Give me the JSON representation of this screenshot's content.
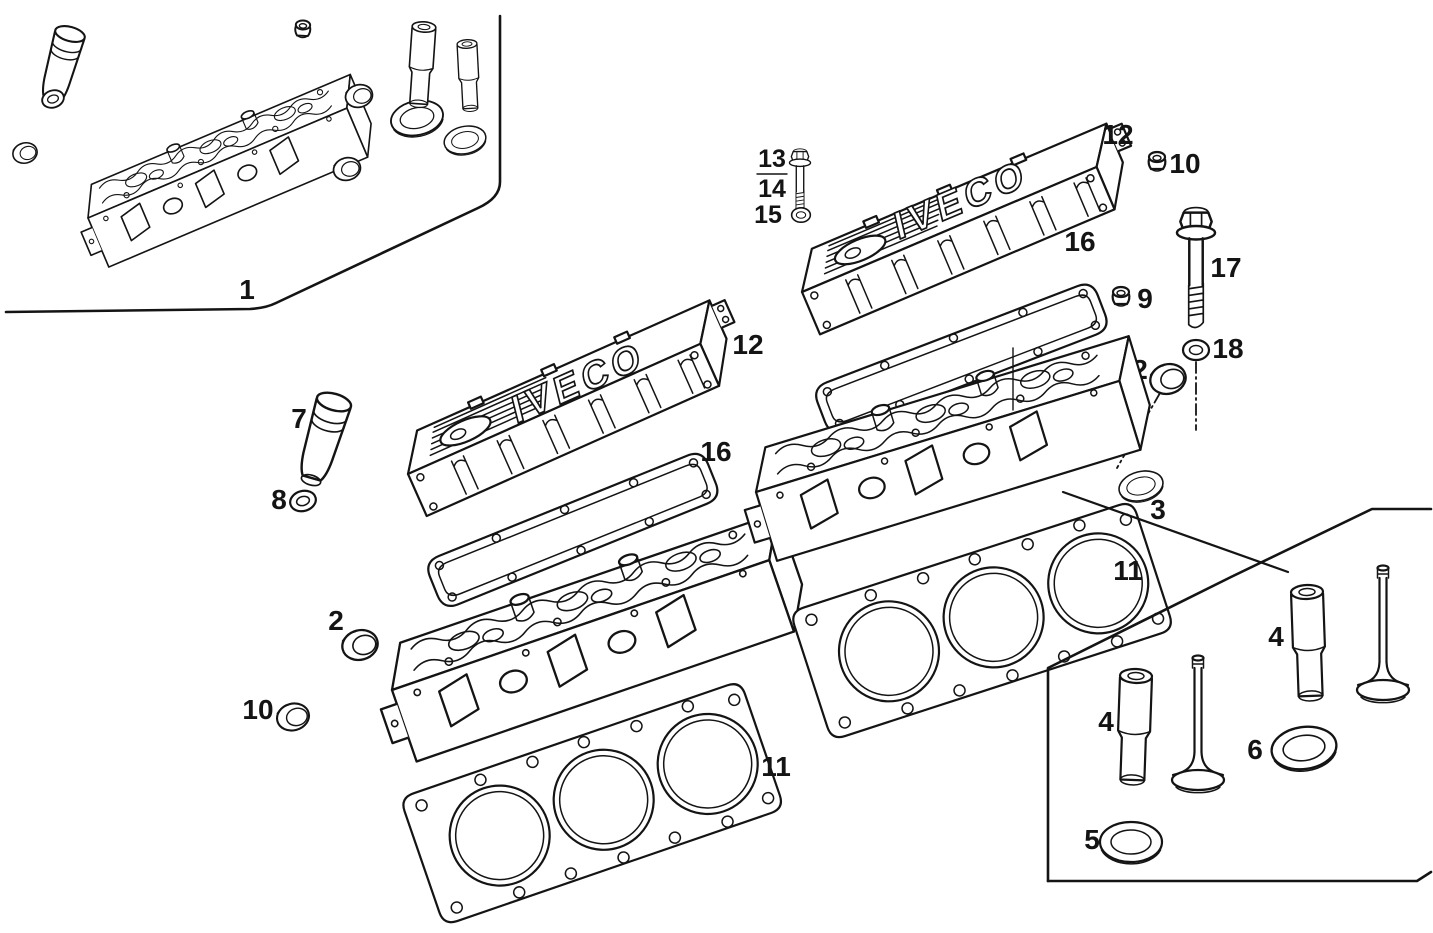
{
  "figure": {
    "background": "#ffffff",
    "ink": "#141414",
    "brand": "IVECO",
    "callouts": [
      "1",
      "7",
      "8",
      "2",
      "10",
      "12",
      "16",
      "11",
      "13",
      "14",
      "15",
      "12",
      "10",
      "16",
      "9",
      "17",
      "18",
      "2",
      "3",
      "11",
      "4",
      "4",
      "5",
      "6"
    ]
  }
}
